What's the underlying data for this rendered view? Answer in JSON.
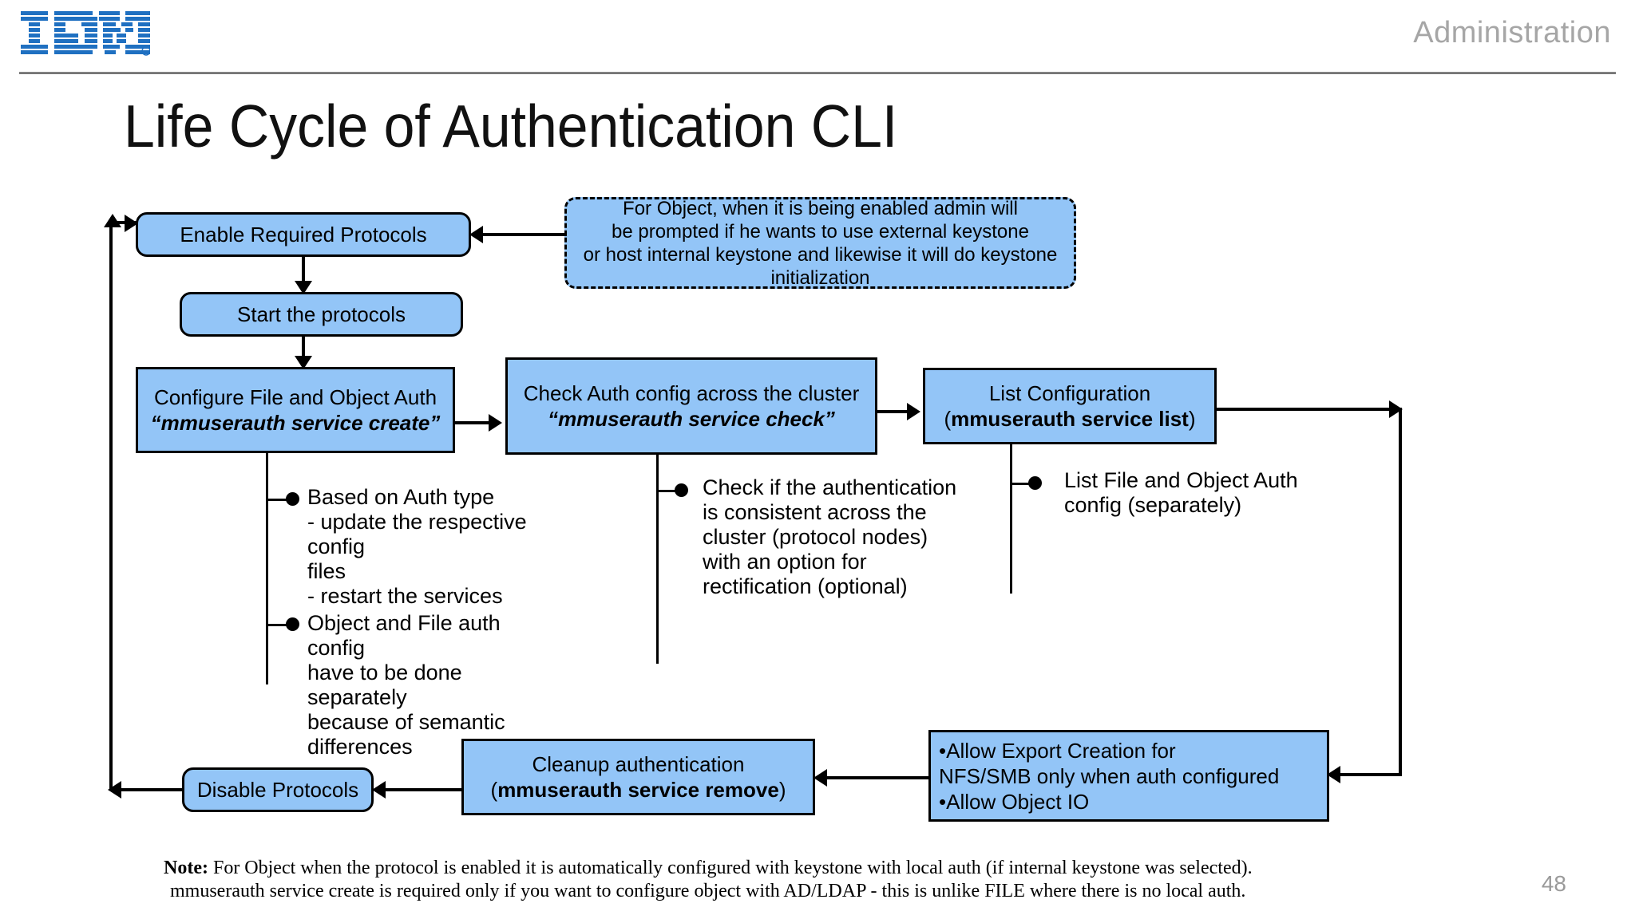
{
  "header": {
    "logo_name": "IBM",
    "title": "Administration"
  },
  "slide": {
    "title": "Life Cycle of Authentication CLI",
    "page_number": "48"
  },
  "diagram": {
    "nodes": {
      "enable_protocols": {
        "label": "Enable Required Protocols"
      },
      "start_protocols": {
        "label": "Start the protocols"
      },
      "configure_auth": {
        "line1": "Configure File and Object Auth",
        "line2": "“mmuserauth service create”"
      },
      "check_auth": {
        "line1": "Check Auth config across the cluster",
        "line2": "“mmuserauth service check”"
      },
      "list_config": {
        "line1": "List Configuration",
        "line2_open": "(",
        "line2_cmd": "mmuserauth service list",
        "line2_close": ")"
      },
      "cleanup_auth": {
        "line1": "Cleanup authentication",
        "line2_open": "(",
        "line2_cmd": "mmuserauth service remove",
        "line2_close": ")"
      },
      "disable_protocols": {
        "label": "Disable Protocols"
      },
      "allow_box": {
        "line1": "•Allow Export Creation for",
        "line2": "NFS/SMB only when auth  configured",
        "line3": "•Allow Object IO"
      },
      "keystone_callout": {
        "line1": "For Object, when it is being  enabled admin will",
        "line2": "be prompted if he wants to use external keystone",
        "line3": "or host internal keystone and likewise it will do keystone",
        "line4": "initialization"
      }
    },
    "annotations": {
      "auth_type": "Based on Auth type\n- update the respective config\nfiles\n- restart the services",
      "separate_config": "Object and File auth config\nhave to be done separately\nbecause of semantic\ndifferences",
      "consistency_check": "Check if the authentication\nis consistent across the\ncluster (protocol nodes)\nwith an option for\nrectification (optional)",
      "list_separately": "List File and Object Auth\nconfig (separately)"
    }
  },
  "note": {
    "label": "Note:",
    "line1": " For Object when the protocol is enabled it is automatically configured with keystone with local auth (if internal keystone was selected).",
    "line2": "mmuserauth service create is required only if you want to configure object with AD/LDAP  - this is unlike FILE where there is no local auth."
  },
  "colors": {
    "node_fill": "#93C5F7",
    "node_border": "#000000",
    "header_title": "#a6a6a6",
    "page_number": "#9a9a9a",
    "ibm_blue": "#1F70C1"
  }
}
